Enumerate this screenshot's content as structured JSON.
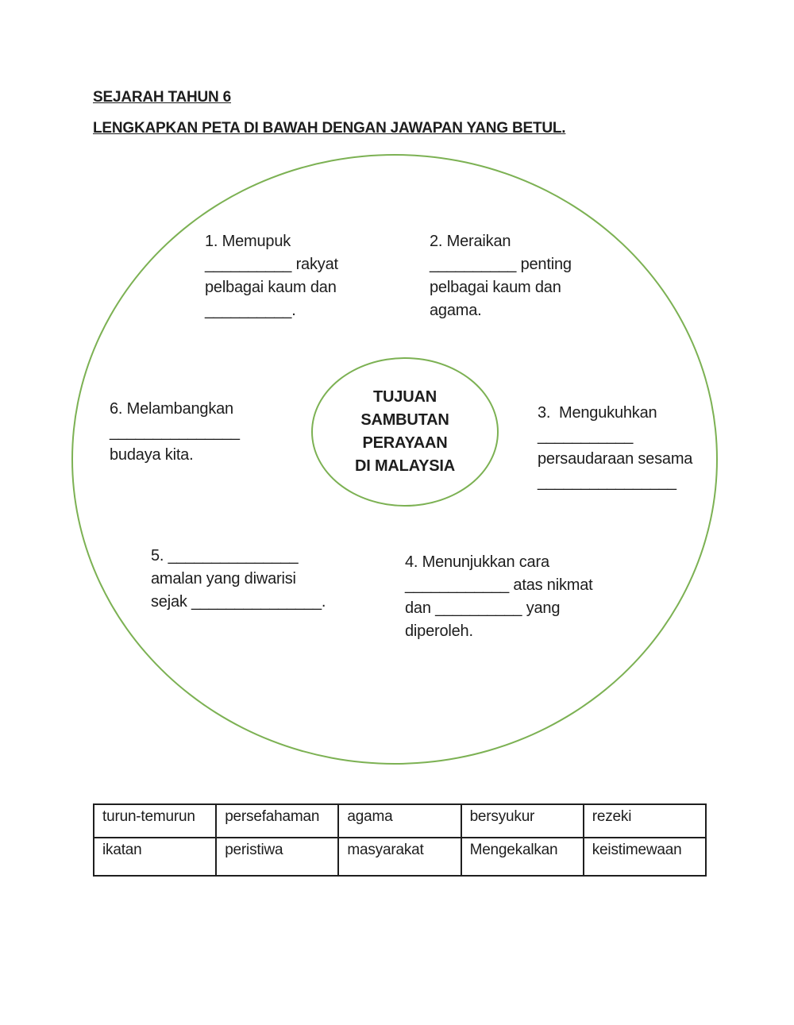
{
  "page": {
    "title": "SEJARAH TAHUN 6",
    "instruction": "LENGKAPKAN PETA DI BAWAH DENGAN JAWAPAN YANG BETUL."
  },
  "diagram": {
    "outline_color": "#7cb153",
    "center_label": "TUJUAN\nSAMBUTAN\nPERAYAAN\nDI MALAYSIA",
    "items": [
      {
        "id": 1,
        "text": "1. Memupuk\n__________ rakyat\npelbagai kaum dan\n__________."
      },
      {
        "id": 2,
        "text": "2. Meraikan\n__________ penting\npelbagai kaum dan\nagama."
      },
      {
        "id": 3,
        "text": "3.  Mengukuhkan\n___________\npersaudaraan sesama\n________________"
      },
      {
        "id": 4,
        "text": "4. Menunjukkan cara\n____________ atas nikmat\ndan __________ yang\ndiperoleh."
      },
      {
        "id": 5,
        "text": "5. _______________\namalan yang diwarisi\nsejak _______________."
      },
      {
        "id": 6,
        "text": "6. Melambangkan\n_______________\nbudaya kita."
      }
    ]
  },
  "answer_bank": {
    "rows": [
      [
        "turun-temurun",
        "persefahaman",
        "agama",
        "bersyukur",
        "rezeki"
      ],
      [
        "ikatan",
        "peristiwa",
        "masyarakat",
        "Mengekalkan",
        "keistimewaan"
      ]
    ]
  }
}
